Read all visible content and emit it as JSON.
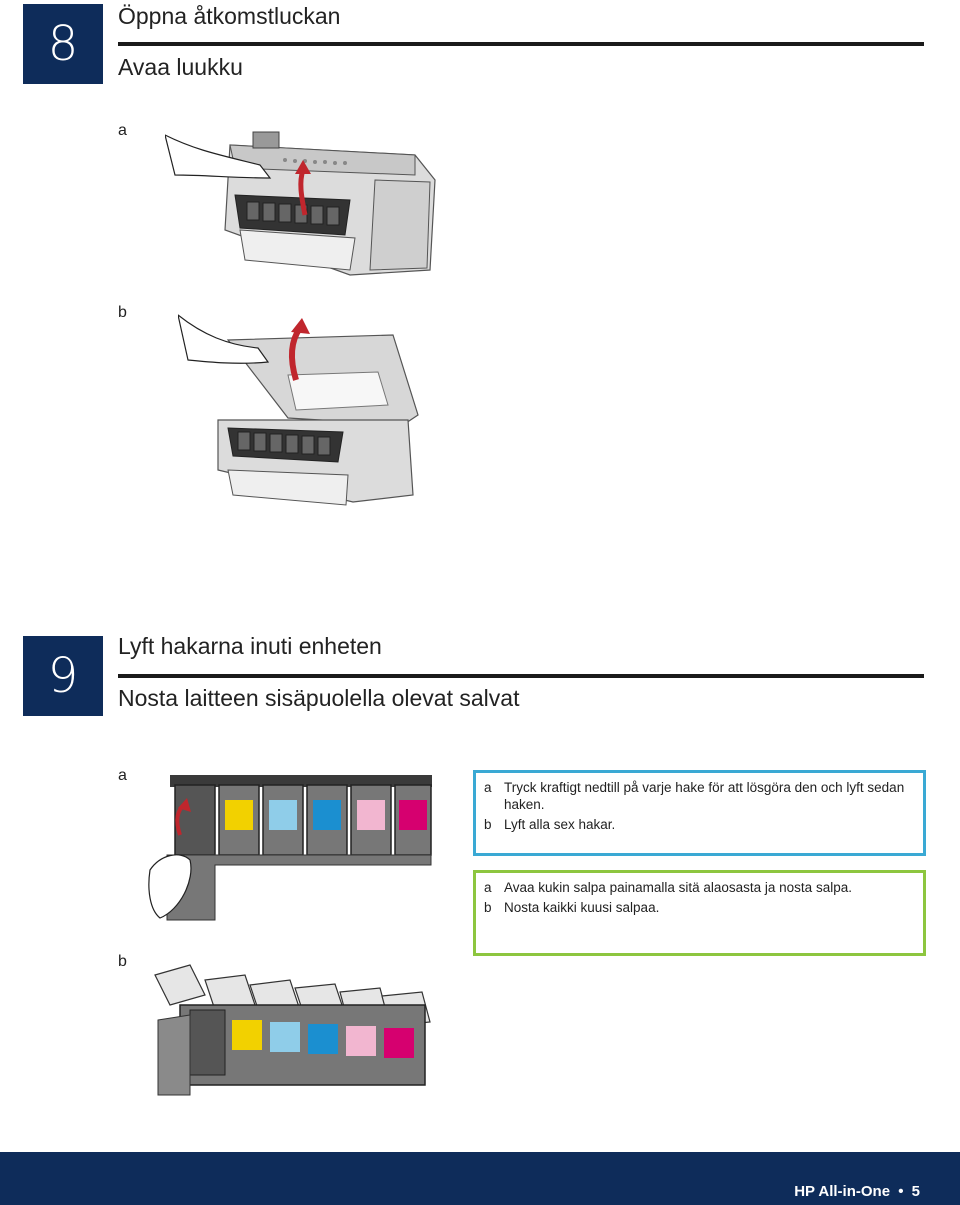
{
  "step8": {
    "number": "8",
    "title_sv": "Öppna åtkomstluckan",
    "title_fi": "Avaa luukku",
    "label_a": "a",
    "label_b": "b"
  },
  "step9": {
    "number": "9",
    "title_sv": "Lyft hakarna inuti enheten",
    "title_fi": "Nosta laitteen sisäpuolella olevat salvat",
    "label_a": "a",
    "label_b": "b",
    "box_sv": {
      "color": "#3aa9d4",
      "items": [
        {
          "key": "a",
          "text": "Tryck kraftigt nedtill på varje hake för att lösgöra den och lyft sedan haken."
        },
        {
          "key": "b",
          "text": "Lyft alla sex hakar."
        }
      ]
    },
    "box_fi": {
      "color": "#8dc63f",
      "items": [
        {
          "key": "a",
          "text": "Avaa kukin salpa painamalla sitä alaosasta ja nosta salpa."
        },
        {
          "key": "b",
          "text": "Nosta kaikki kuusi salpaa."
        }
      ]
    },
    "ink_colors": [
      "#3b3b3b",
      "#f2d100",
      "#8fcde9",
      "#1b8fd0",
      "#f2b6d0",
      "#d6006f"
    ]
  },
  "footer": {
    "brand": "HP All-in-One",
    "bullet": "•",
    "page": "5"
  }
}
